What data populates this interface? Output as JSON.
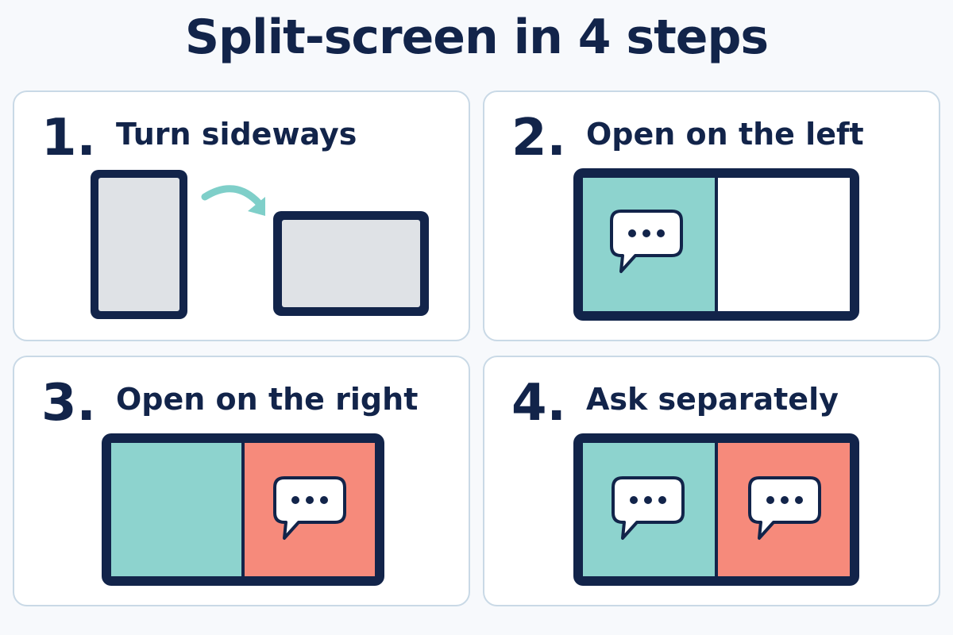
{
  "title": "Split-screen in 4 steps",
  "colors": {
    "ink": "#12244a",
    "teal": "#8dd3ce",
    "coral": "#f68a7b",
    "screen_gray": "#dfe2e6",
    "arrow_teal": "#7fcfc9",
    "card_border": "#c9d9e6"
  },
  "steps": [
    {
      "number": "1.",
      "label": "Turn sideways",
      "icons": [
        "portrait-tablet-icon",
        "rotate-arrow-icon",
        "landscape-tablet-icon"
      ]
    },
    {
      "number": "2.",
      "label": "Open on the left",
      "icons": [
        "split-tablet-icon",
        "chat-bubble-icon"
      ]
    },
    {
      "number": "3.",
      "label": "Open on the right",
      "icons": [
        "split-tablet-icon",
        "chat-bubble-icon"
      ]
    },
    {
      "number": "4.",
      "label": "Ask separately",
      "icons": [
        "split-tablet-icon",
        "chat-bubble-icon",
        "chat-bubble-icon"
      ]
    }
  ]
}
